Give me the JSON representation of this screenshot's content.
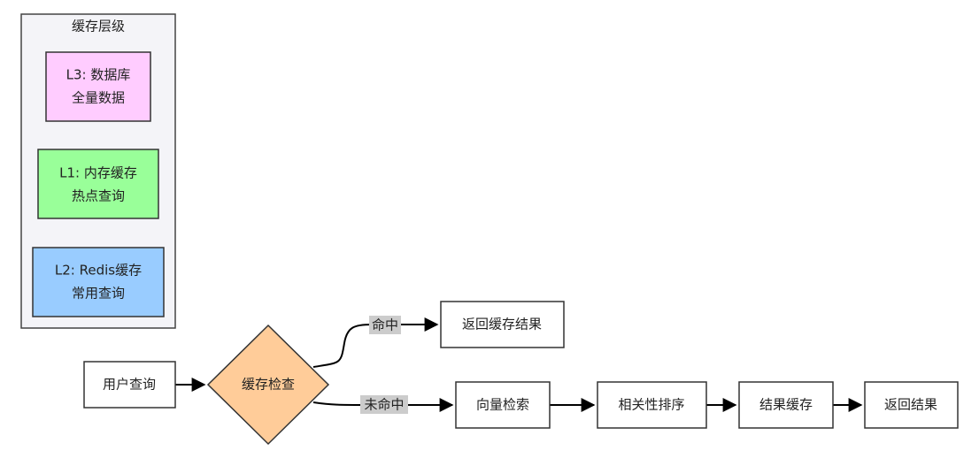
{
  "cache_levels": {
    "title": "缓存层级",
    "l3": {
      "line1": "L3: 数据库",
      "line2": "全量数据",
      "fill": "#ffccff"
    },
    "l1": {
      "line1": "L1: 内存缓存",
      "line2": "热点查询",
      "fill": "#99ff99"
    },
    "l2": {
      "line1": "L2: Redis缓存",
      "line2": "常用查询",
      "fill": "#99ccff"
    }
  },
  "flow": {
    "user_query": "用户查询",
    "cache_check": "缓存检查",
    "return_cached": "返回缓存结果",
    "vector_search": "向量检索",
    "relevance_rank": "相关性排序",
    "cache_result": "结果缓存",
    "return_result": "返回结果",
    "hit_label": "命中",
    "miss_label": "未命中",
    "decision_fill": "#ffcc99",
    "label_bg": "#cccccc"
  }
}
